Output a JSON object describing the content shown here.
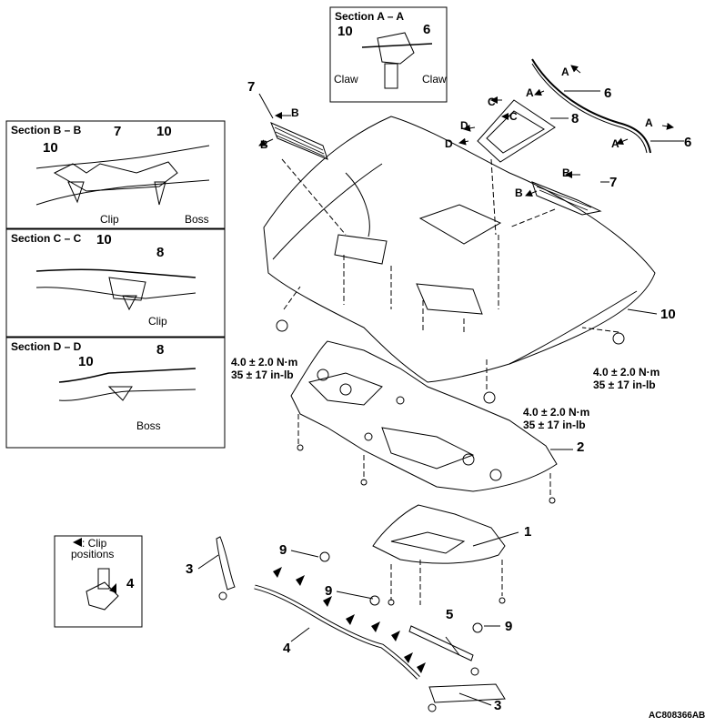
{
  "sections": {
    "a": {
      "title": "Section A – A",
      "claw_left": "Claw",
      "claw_right": "Claw",
      "n10": "10",
      "n6": "6"
    },
    "b": {
      "title": "Section B – B",
      "n7": "7",
      "n10a": "10",
      "n10b": "10",
      "clip": "Clip",
      "boss": "Boss"
    },
    "c": {
      "title": "Section C – C",
      "n10": "10",
      "n8": "8",
      "clip": "Clip"
    },
    "d": {
      "title": "Section D – D",
      "n8": "8",
      "n10": "10",
      "boss": "Boss"
    }
  },
  "legend": {
    "arrow_text": ": Clip",
    "positions": "positions",
    "n4": "4"
  },
  "torque": {
    "line1": "4.0 ± 2.0 N·m",
    "line2": "35 ± 17 in-lb"
  },
  "callouts": {
    "n1": "1",
    "n2": "2",
    "n3": "3",
    "n4": "4",
    "n5": "5",
    "n6": "6",
    "n7": "7",
    "n8": "8",
    "n9": "9",
    "n10": "10",
    "A": "A",
    "B": "B",
    "C": "C",
    "D": "D"
  },
  "figure_id": "AC808366AB"
}
